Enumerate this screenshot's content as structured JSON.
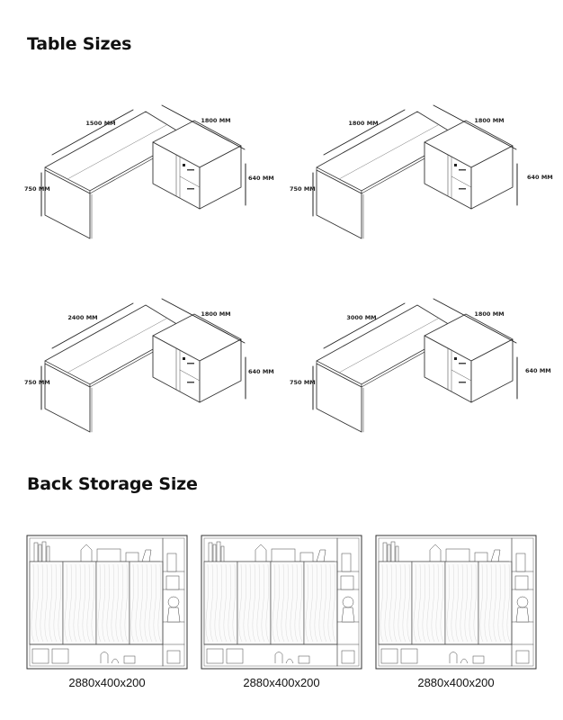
{
  "table_sizes": {
    "heading": "Table Sizes",
    "desks": [
      {
        "width": "1500 MM",
        "return_length": "1800 MM",
        "height": "750 MM",
        "cabinet_height": "640 MM"
      },
      {
        "width": "1800 MM",
        "return_length": "1800 MM",
        "height": "750 MM",
        "cabinet_height": "640 MM"
      },
      {
        "width": "2400 MM",
        "return_length": "1800 MM",
        "height": "750 MM",
        "cabinet_height": "640 MM"
      },
      {
        "width": "3000 MM",
        "return_length": "1800 MM",
        "height": "750 MM",
        "cabinet_height": "640 MM"
      }
    ]
  },
  "back_storage": {
    "heading": "Back Storage Size",
    "units": [
      {
        "size": "2880x400x200"
      },
      {
        "size": "2880x400x200"
      },
      {
        "size": "2880x400x200"
      }
    ]
  }
}
